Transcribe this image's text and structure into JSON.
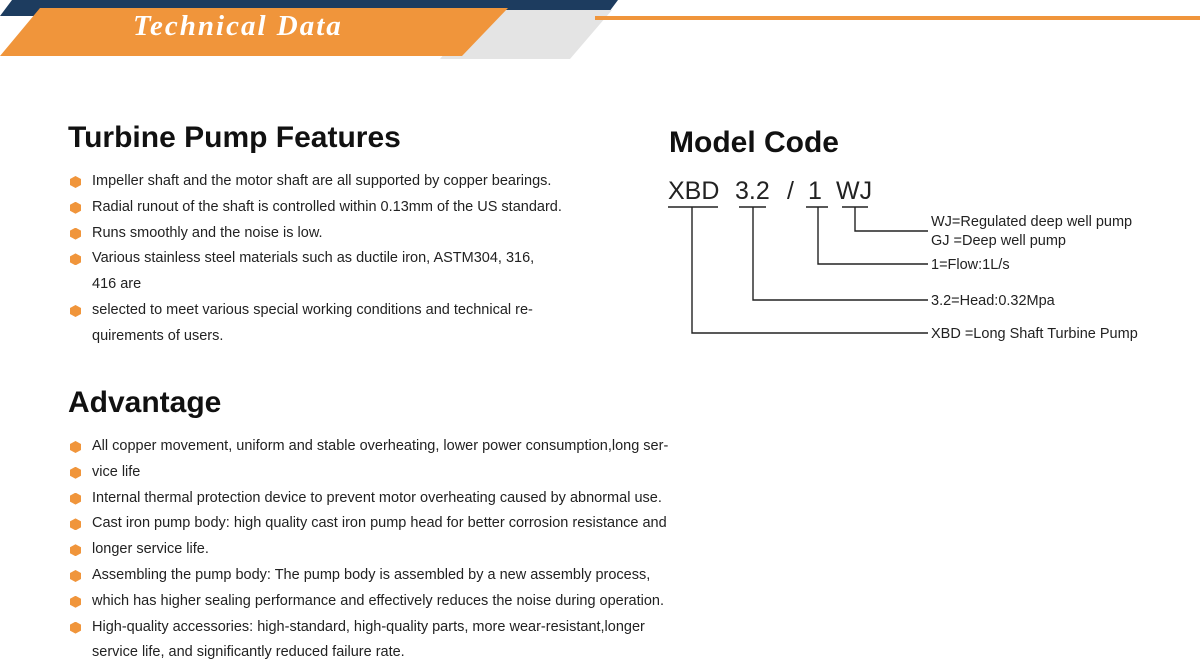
{
  "header": {
    "title": "Technical Data"
  },
  "features": {
    "title": "Turbine Pump Features",
    "items": [
      {
        "text": "Impeller shaft and the motor shaft are all supported by copper bearings.",
        "bullet": true
      },
      {
        "text": "Radial runout of the shaft is controlled within 0.13mm of the US standard.",
        "bullet": true
      },
      {
        "text": "Runs smoothly and the noise is low.",
        "bullet": true
      },
      {
        "text": "Various stainless steel materials such as ductile iron, ASTM304, 316,",
        "bullet": true
      },
      {
        "text": "416 are",
        "bullet": false
      },
      {
        "text": "selected to meet various special working conditions and technical re-",
        "bullet": true
      },
      {
        "text": "quirements of users.",
        "bullet": false
      }
    ]
  },
  "advantage": {
    "title": "Advantage",
    "items": [
      {
        "text": "All copper movement, uniform and stable overheating, lower power consumption,long ser-",
        "bullet": true
      },
      {
        "text": "vice life",
        "bullet": true
      },
      {
        "text": "Internal thermal protection device to prevent motor overheating caused by abnormal use.",
        "bullet": true
      },
      {
        "text": "Cast iron pump body: high quality cast iron pump head for better corrosion resistance and",
        "bullet": true
      },
      {
        "text": "longer service life.",
        "bullet": true
      },
      {
        "text": "Assembling the pump body: The pump body is assembled by a new assembly process,",
        "bullet": true
      },
      {
        "text": "which has higher sealing performance and effectively reduces the noise during operation.",
        "bullet": true
      },
      {
        "text": "High-quality accessories: high-standard, high-quality parts, more wear-resistant,longer",
        "bullet": true
      },
      {
        "text": "service life, and significantly reduced failure rate.",
        "bullet": false
      }
    ]
  },
  "model_code": {
    "title": "Model Code",
    "segments": [
      "XBD",
      "3.2",
      "/",
      "1",
      "WJ"
    ],
    "descriptions": {
      "wj": "WJ=Regulated deep well pump",
      "gj": "GJ =Deep well pump",
      "flow": "1=Flow:1L/s",
      "head": "3.2=Head:0.32Mpa",
      "xbd": "XBD =Long Shaft Turbine Pump"
    }
  },
  "colors": {
    "banner_orange": "#f0953b",
    "banner_navy": "#1d3c5f",
    "banner_gray": "#e4e4e4",
    "bullet_orange": "#f0953b"
  }
}
